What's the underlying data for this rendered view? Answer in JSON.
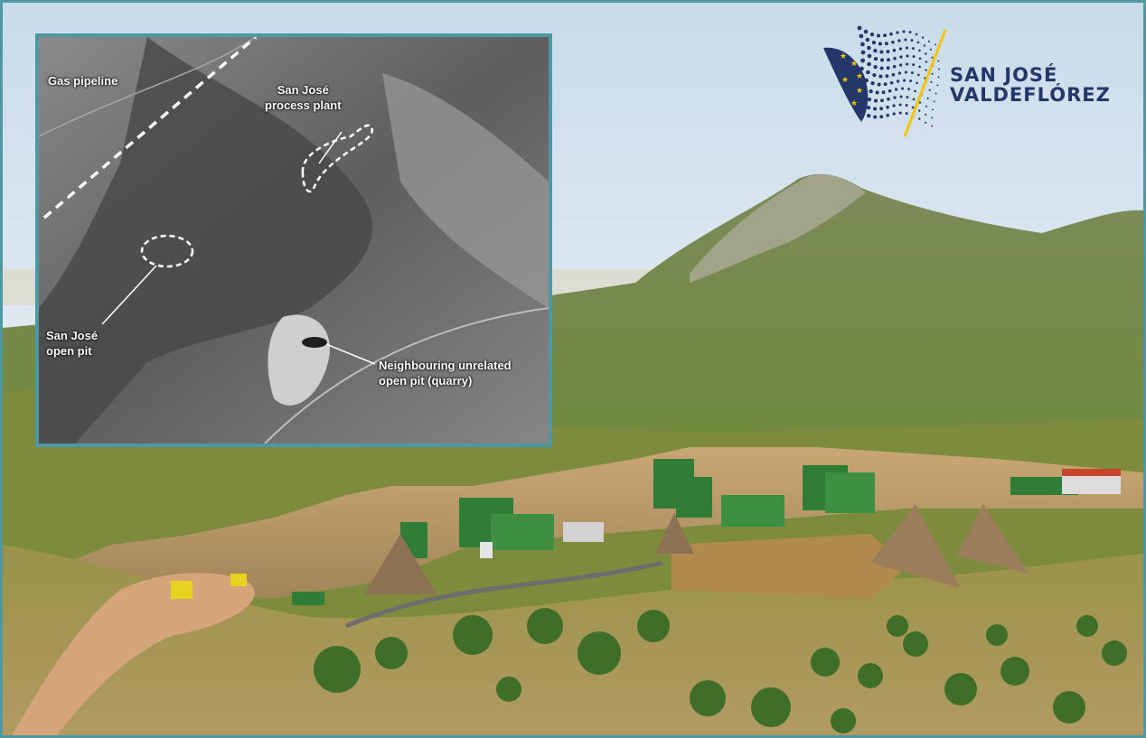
{
  "logo": {
    "line1": "SAN JOSÉ",
    "line2": "VALDEFLÓREZ",
    "brand_blue": "#24376a",
    "accent_yellow": "#f2c500"
  },
  "inset": {
    "border_color": "#4f97a2",
    "labels": {
      "gas_pipeline": "Gas pipeline",
      "plant_l1": "San José",
      "plant_l2": "process plant",
      "pit_l1": "San José",
      "pit_l2": "open pit",
      "quarry_l1": "Neighbouring unrelated",
      "quarry_l2": "open pit (quarry)"
    }
  }
}
